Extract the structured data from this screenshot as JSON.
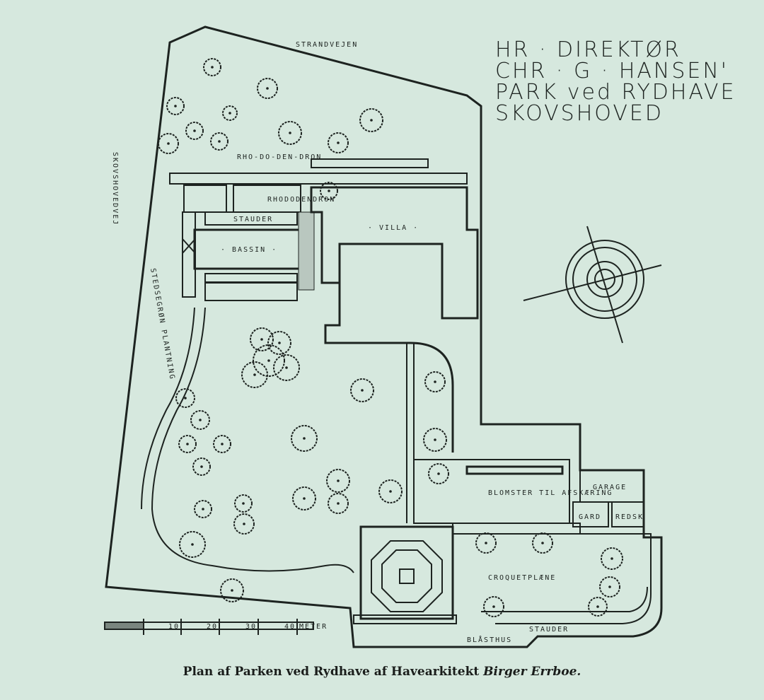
{
  "title": {
    "line1": "HR · DIREKTØR",
    "line2": "CHR · G · HANSEN'",
    "line3": "PARK ved RYDHAVE",
    "line4": "SKOVSHOVED"
  },
  "streets": {
    "north": "STRANDVEJEN",
    "west": "SKOVSHOVEDVEJ"
  },
  "areas": {
    "villa": "· VILLA ·",
    "bassin": "· BASSIN ·",
    "stauder_top": "STAUDER",
    "rhododendron_1": "RHODODENDRON",
    "rhododendron_2": "RHO-DO-DEN-DRON",
    "planting": "STEDSEGRØN PLANTNING",
    "flowers": "BLOMSTER TIL AFSKÆRING",
    "garage": "GARAGE",
    "gard": "GARD",
    "redsk": "REDSK",
    "croquet": "CROQUETPLÆNE",
    "stauder_bottom": "STAUDER",
    "pavilion": "BLÅSTHUS"
  },
  "scale": {
    "ticks": [
      "10",
      "20",
      "30",
      "40"
    ],
    "unit": "METER"
  },
  "caption": {
    "text": "Plan af Parken ved Rydhave af Havearkitekt ",
    "author": "Birger Errboe."
  }
}
